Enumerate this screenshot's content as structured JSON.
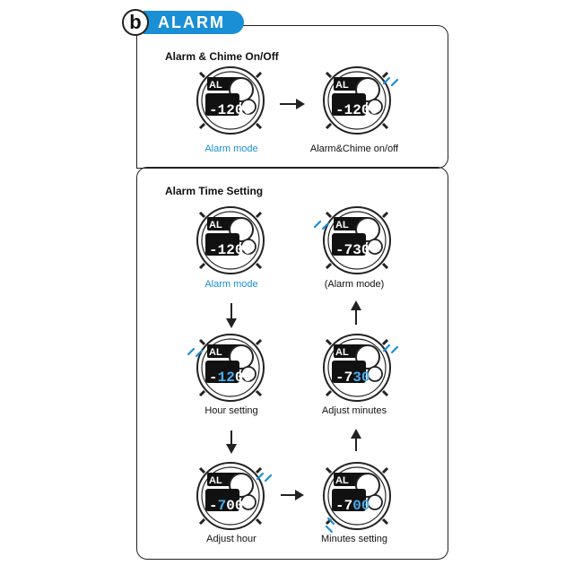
{
  "header": {
    "badge_letter": "b",
    "badge_title": "ALARM"
  },
  "sections": {
    "on_off": {
      "title": "Alarm & Chime On/Off"
    },
    "time_setting": {
      "title": "Alarm Time Setting"
    }
  },
  "captions": {
    "top_left": "Alarm mode",
    "top_right": "Alarm&Chime on/off",
    "r1_left": "Alarm mode",
    "r1_right": "(Alarm mode)",
    "r2_left": "Hour setting",
    "r2_right": "Adjust minutes",
    "r3_left": "Adjust hour",
    "r3_right": "Minutes setting"
  },
  "watch_displays": {
    "w1": {
      "prefix": "-",
      "hour": "12",
      "minute": "00"
    },
    "w2": {
      "prefix": "-",
      "hour": "12",
      "minute": "00"
    },
    "w3": {
      "prefix": "-",
      "hour": "12",
      "minute": "00"
    },
    "w4": {
      "prefix": "-",
      "hour": "7",
      "minute": "30"
    },
    "w5": {
      "prefix": "-",
      "hour": "12",
      "minute": "00"
    },
    "w6": {
      "prefix": "-",
      "hour": "7",
      "minute": "30"
    },
    "w7": {
      "prefix": "-",
      "hour": "7",
      "minute": "00"
    },
    "w8": {
      "prefix": "-",
      "hour": "7",
      "minute": "00"
    }
  },
  "colors": {
    "accent": "#1a8fd6",
    "ink": "#222222"
  }
}
